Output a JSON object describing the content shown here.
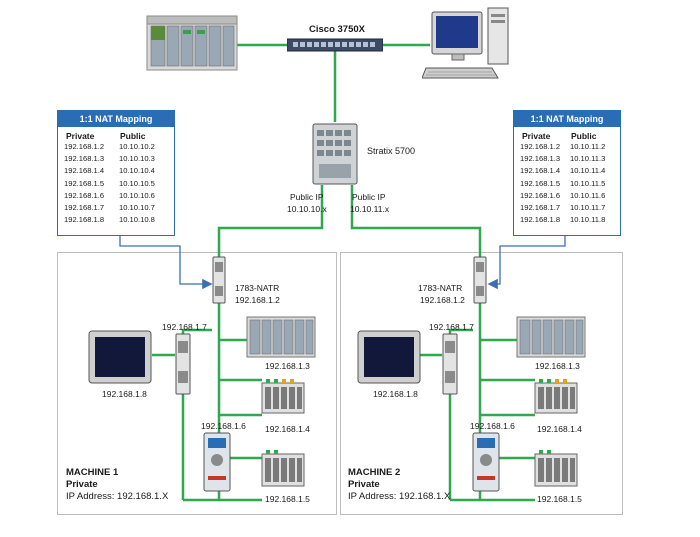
{
  "title_switch": "Cisco 3750X",
  "stratix_label": "Stratix 5700",
  "public_ip_left": [
    "Public IP",
    "10.10.10.x"
  ],
  "public_ip_right": [
    "Public IP",
    "10.10.11.x"
  ],
  "nat_left": {
    "title": "1:1 NAT Mapping",
    "col_private": "Private",
    "col_public": "Public",
    "rows": [
      [
        "192.168.1.2",
        "10.10.10.2"
      ],
      [
        "192.168.1.3",
        "10.10.10.3"
      ],
      [
        "192.168.1.4",
        "10.10.10.4"
      ],
      [
        "192.168.1.5",
        "10.10.10.5"
      ],
      [
        "192.168.1.6",
        "10.10.10.6"
      ],
      [
        "192.168.1.7",
        "10.10.10.7"
      ],
      [
        "192.168.1.8",
        "10.10.10.8"
      ]
    ]
  },
  "nat_right": {
    "title": "1:1 NAT Mapping",
    "col_private": "Private",
    "col_public": "Public",
    "rows": [
      [
        "192.168.1.2",
        "10.10.11.2"
      ],
      [
        "192.168.1.3",
        "10.10.11.3"
      ],
      [
        "192.168.1.4",
        "10.10.11.4"
      ],
      [
        "192.168.1.5",
        "10.10.11.5"
      ],
      [
        "192.168.1.6",
        "10.10.11.6"
      ],
      [
        "192.168.1.7",
        "10.10.11.7"
      ],
      [
        "192.168.1.8",
        "10.10.11.8"
      ]
    ]
  },
  "machine1": {
    "natr_name": "1783-NATR",
    "natr_ip": "192.168.1.2",
    "ip_hmi": "192.168.1.8",
    "ip_adapter": "192.168.1.7",
    "ip_plc": "192.168.1.3",
    "ip_io1": "192.168.1.4",
    "ip_drive": "192.168.1.6",
    "ip_io2": "192.168.1.5",
    "name": "MACHINE 1",
    "private": "Private",
    "ip_address": "IP Address: 192.168.1.X"
  },
  "machine2": {
    "natr_name": "1783-NATR",
    "natr_ip": "192.168.1.2",
    "ip_hmi": "192.168.1.8",
    "ip_adapter": "192.168.1.7",
    "ip_plc": "192.168.1.3",
    "ip_io1": "192.168.1.4",
    "ip_drive": "192.168.1.6",
    "ip_io2": "192.168.1.5",
    "name": "MACHINE 2",
    "private": "Private",
    "ip_address": "IP Address: 192.168.1.X"
  },
  "colors": {
    "line": "#2fa84f",
    "accent": "#2a6db5",
    "arrow": "#3b6fb0"
  }
}
